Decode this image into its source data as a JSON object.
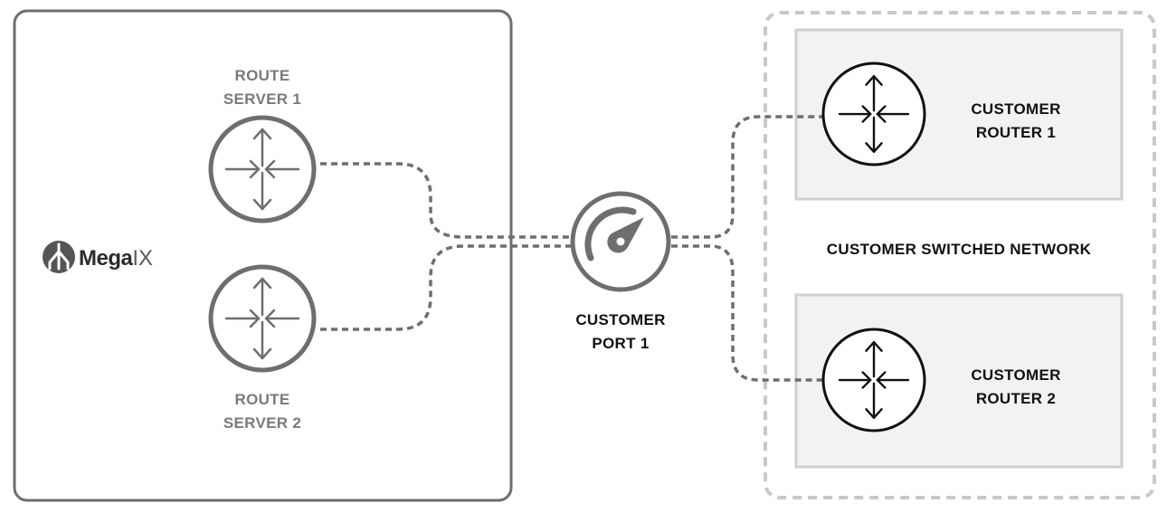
{
  "logo": {
    "brand_bold": "Mega",
    "brand_light": "IX"
  },
  "route_server_1": {
    "line1": "ROUTE",
    "line2": "SERVER 1"
  },
  "route_server_2": {
    "line1": "ROUTE",
    "line2": "SERVER 2"
  },
  "customer_port": {
    "line1": "CUSTOMER",
    "line2": "PORT 1"
  },
  "customer_router_1": {
    "line1": "CUSTOMER",
    "line2": "ROUTER 1"
  },
  "customer_router_2": {
    "line1": "CUSTOMER",
    "line2": "ROUTER 2"
  },
  "customer_network": {
    "label": "CUSTOMER SWITCHED NETWORK"
  },
  "colors": {
    "grey_stroke": "#6e6e6e",
    "light_grey_stroke": "#c8c8c8",
    "router_box_fill": "#f2f2f2",
    "dark_stroke": "#111111"
  },
  "icons": {
    "router": "router-arrows-icon",
    "port": "speedometer-icon",
    "logo": "megaport-logo-icon"
  }
}
